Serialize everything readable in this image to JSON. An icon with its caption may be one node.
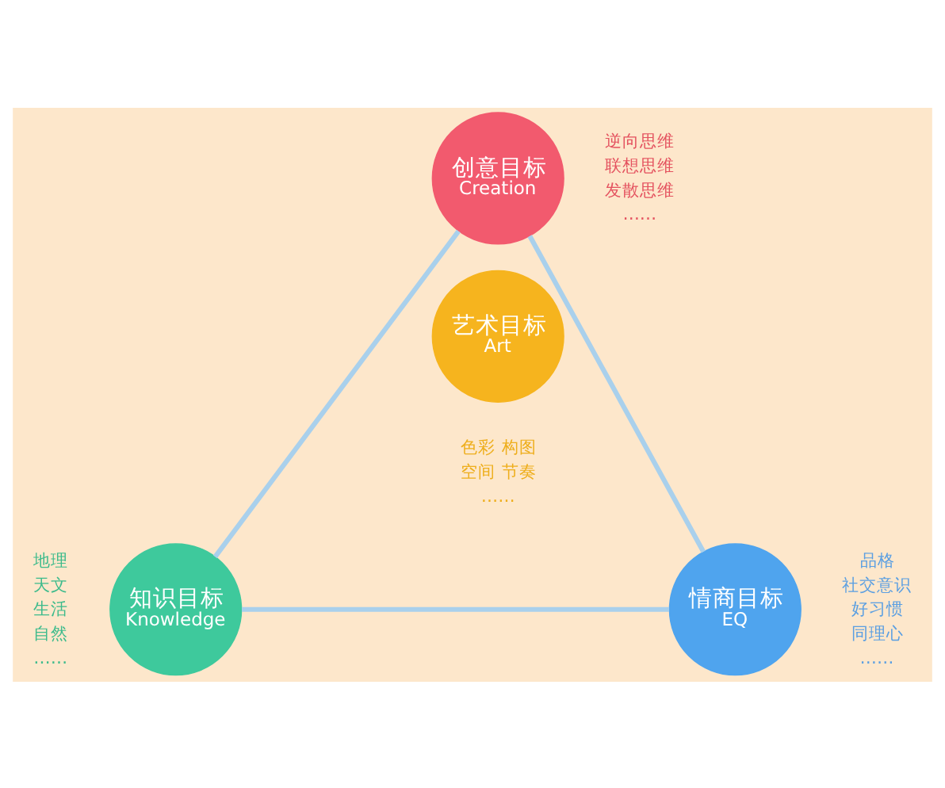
{
  "diagram": {
    "nodes": [
      {
        "text": [
          "创意目标",
          "Creation"
        ],
        "beside": [
          "逆向思维",
          "联想思维",
          "发散思维",
          "……"
        ]
      },
      {
        "text": [
          "艺术目标",
          "Art"
        ],
        "beside": [
          "色彩",
          "构图",
          "空间",
          "节奏",
          "……"
        ]
      },
      {
        "text": [
          "知识目标",
          "Knowledge"
        ],
        "beside": [
          "地理",
          "天文",
          "生活",
          "自然",
          "……"
        ]
      },
      {
        "text": [
          "情商目标",
          "EQ"
        ],
        "beside": [
          "品格",
          "社交意识",
          "好习惯",
          "同理心",
          "……"
        ]
      }
    ],
    "edges": [
      {
        "from": 0,
        "to": 2,
        "arrow": "none"
      },
      {
        "from": 0,
        "to": 3,
        "arrow": "none"
      },
      {
        "from": 2,
        "to": 3,
        "arrow": "none"
      }
    ]
  }
}
